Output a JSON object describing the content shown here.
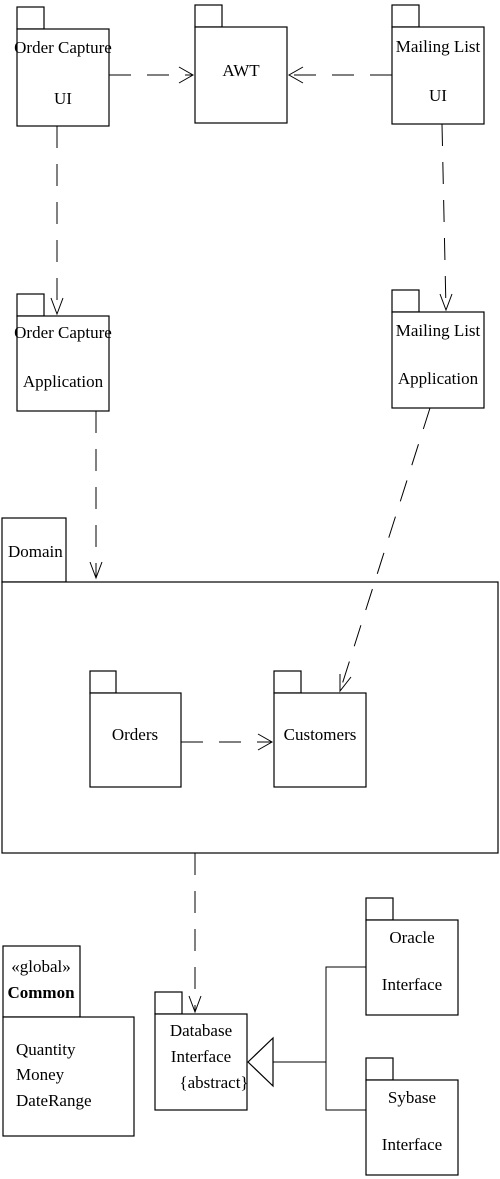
{
  "diagram": {
    "packages": {
      "order_capture_ui": {
        "line1": "Order Capture",
        "line2": "UI"
      },
      "awt": {
        "line1": "AWT"
      },
      "mailing_list_ui": {
        "line1": "Mailing List",
        "line2": "UI"
      },
      "order_capture_app": {
        "line1": "Order Capture",
        "line2": "Application"
      },
      "mailing_list_app": {
        "line1": "Mailing List",
        "line2": "Application"
      },
      "domain": {
        "label": "Domain"
      },
      "orders": {
        "line1": "Orders"
      },
      "customers": {
        "line1": "Customers"
      },
      "common": {
        "stereotype": "«global»",
        "name": "Common",
        "items": [
          "Quantity",
          "Money",
          "DateRange"
        ]
      },
      "database_interface": {
        "line1": "Database",
        "line2": "Interface",
        "constraint": "{abstract}"
      },
      "oracle_interface": {
        "line1": "Oracle",
        "line2": "Interface"
      },
      "sybase_interface": {
        "line1": "Sybase",
        "line2": "Interface"
      }
    }
  }
}
